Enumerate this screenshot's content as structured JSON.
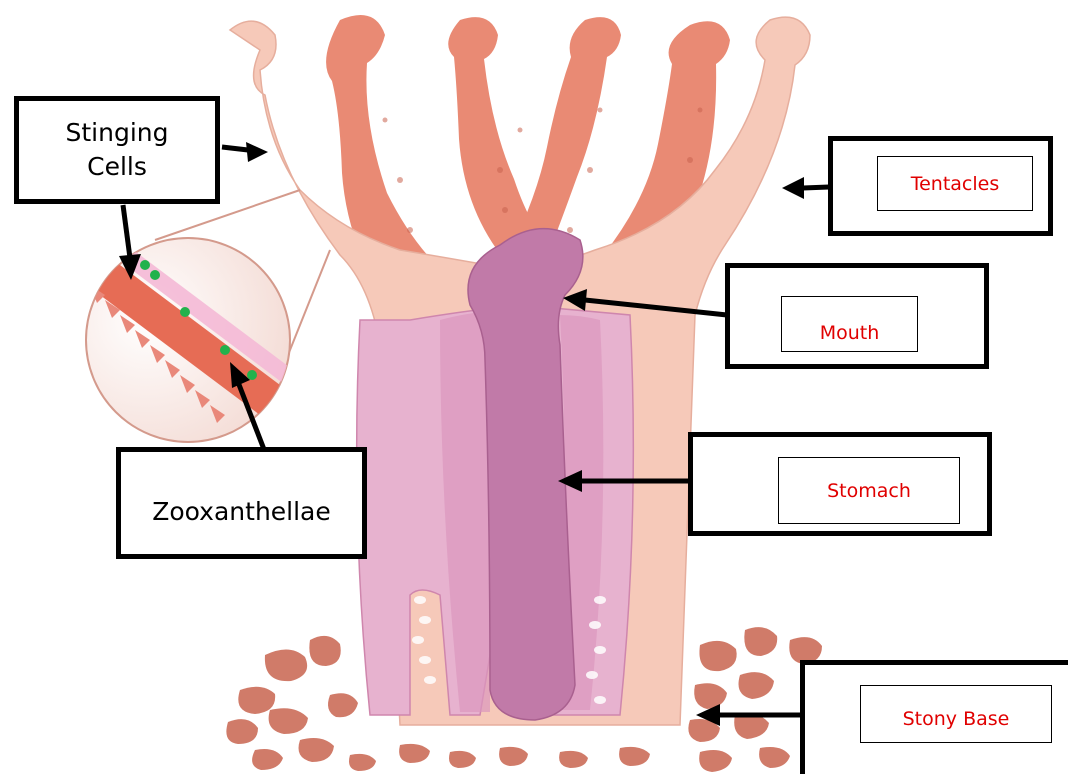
{
  "labels": {
    "stinging_line1": "Stinging",
    "stinging_line2": "Cells",
    "zooxanthellae": "Zooxanthellae",
    "tentacles": "Tentacles",
    "mouth": "Mouth",
    "stomach": "Stomach",
    "stony_base": "Stony Base"
  },
  "colors": {
    "text_black": "#000000",
    "text_red": "#e00000",
    "polyp_light": "#f6c9b9",
    "polyp_dark": "#e98a74",
    "stomach": "#c27aa9",
    "stomach_folds": "#e3a7c8",
    "stones": "#cf7a68",
    "zooxanthellae": "#22b24c"
  }
}
